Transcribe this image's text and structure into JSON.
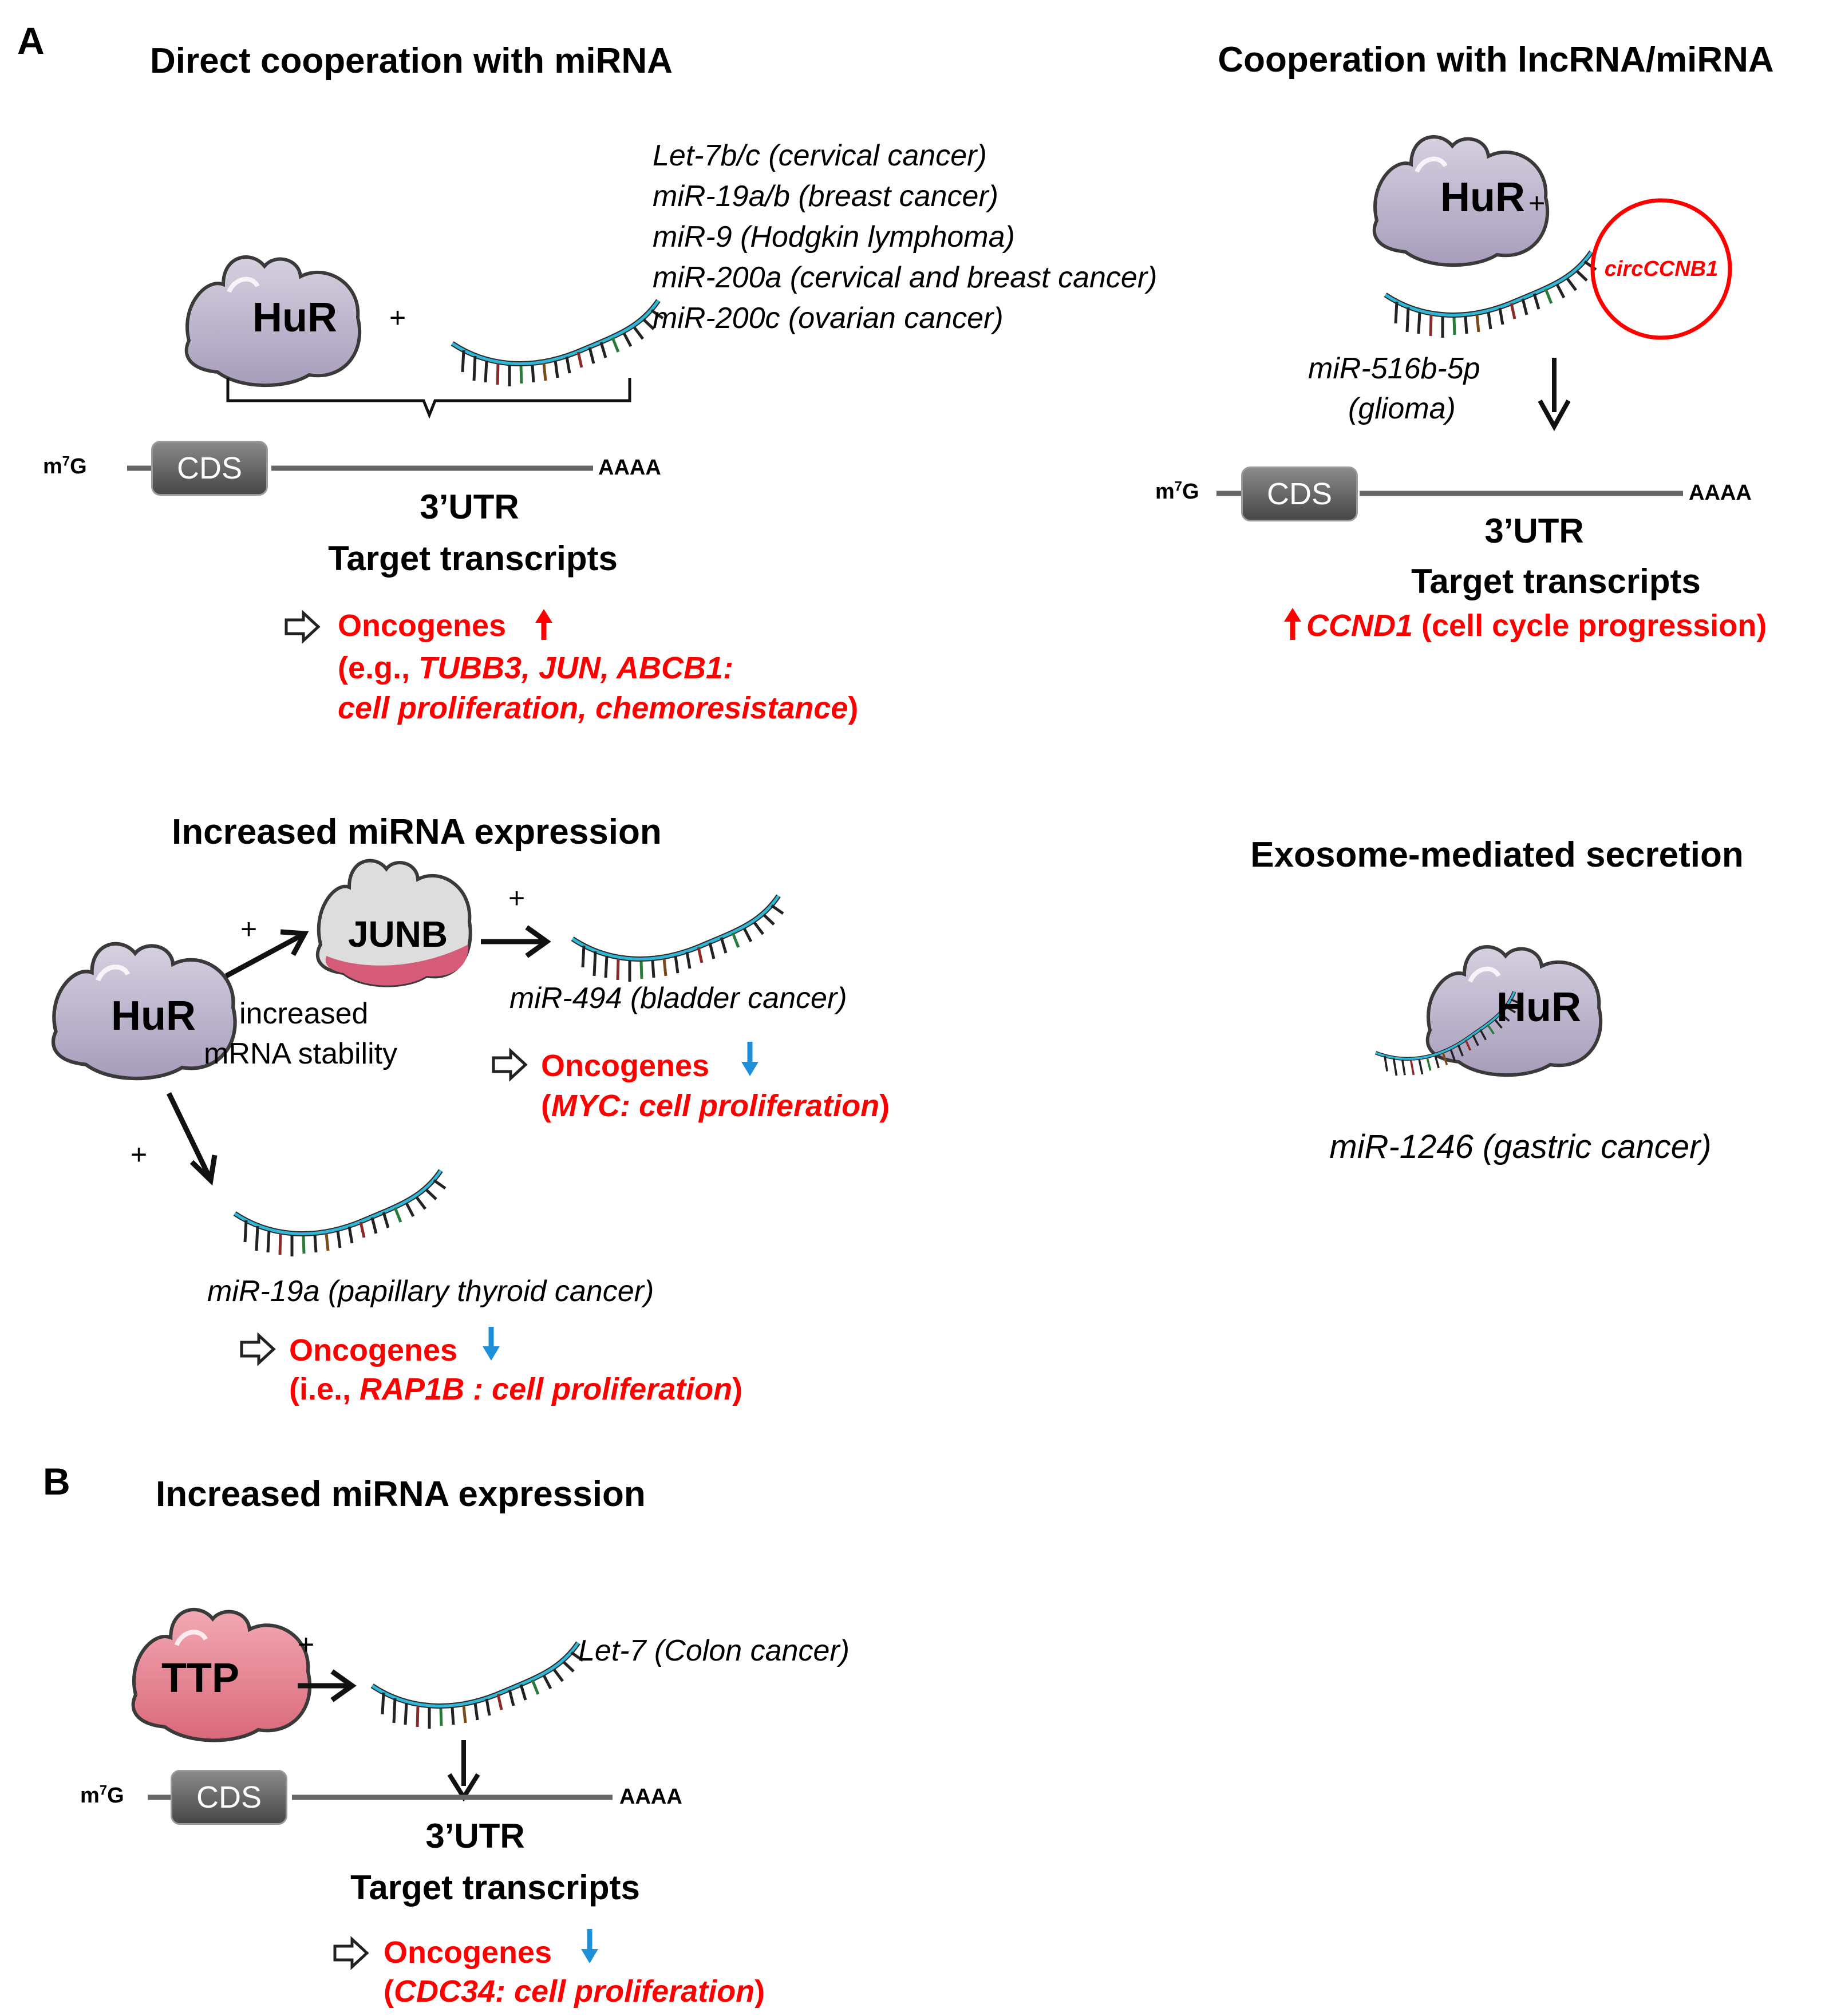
{
  "panel_a": {
    "letter": "A",
    "direct": {
      "title": "Direct cooperation with miRNA",
      "protein": "HuR",
      "plus": "+",
      "mirnas": [
        "Let-7b/c (cervical cancer)",
        "miR-19a/b (breast cancer)",
        "miR-9 (Hodgkin lymphoma)",
        "miR-200a (cervical and breast cancer)",
        "miR-200c (ovarian cancer)"
      ],
      "cap": "m",
      "cap_sup": "7",
      "cap_g": "G",
      "cds": "CDS",
      "polya": "AAAA",
      "utr": "3’UTR",
      "target": "Target transcripts",
      "result_label": "Oncogenes",
      "result_detail_1": "(e.g., ",
      "result_genes": "TUBB3, JUN, ABCB1:",
      "result_detail_2": "cell proliferation, chemoresistance",
      "result_close": ")",
      "arrow_color": "#ff0000"
    },
    "lncrna": {
      "title": "Cooperation with lncRNA/miRNA",
      "protein": "HuR",
      "plus": "+",
      "circ": "circCCNB1",
      "mirna_1": "miR-516b-5p",
      "mirna_2": "(glioma)",
      "cap": "m",
      "cap_sup": "7",
      "cap_g": "G",
      "cds": "CDS",
      "polya": "AAAA",
      "utr": "3’UTR",
      "target": "Target transcripts",
      "result_gene": "CCND1",
      "result_text": " (cell cycle progression)"
    },
    "increased": {
      "title": "Increased miRNA expression",
      "protein": "HuR",
      "junb": "JUNB",
      "plus_1": "+",
      "plus_2": "+",
      "plus_3": "+",
      "stability_1": "increased",
      "stability_2": "mRNA  stability",
      "mir494": "miR-494 (bladder cancer)",
      "onc_1": "Oncogenes",
      "onc_1_open": "(",
      "onc_1_detail": "MYC: cell proliferation",
      "onc_1_close": ")",
      "mir19a": "miR-19a (papillary thyroid cancer)",
      "onc_2": "Oncogenes",
      "onc_2_open": "(i.e., ",
      "onc_2_detail": "RAP1B : cell proliferation",
      "onc_2_close": ")",
      "down_color": "#1e90d8"
    },
    "exosome": {
      "title": "Exosome-mediated secretion",
      "protein": "HuR",
      "mirna": "miR-1246 (gastric cancer)"
    }
  },
  "panel_b": {
    "letter": "B",
    "title": "Increased miRNA expression",
    "protein": "TTP",
    "plus": "+",
    "mirna": "Let-7 (Colon cancer)",
    "cap": "m",
    "cap_sup": "7",
    "cap_g": "G",
    "cds": "CDS",
    "polya": "AAAA",
    "utr": "3’UTR",
    "target": "Target transcripts",
    "onc": "Oncogenes",
    "onc_open": "(",
    "onc_detail": "CDC34: cell proliferation",
    "onc_close": ")"
  },
  "colors": {
    "hur": "#b8b0c8",
    "ttp": "#e8808c",
    "junb": "#dcdcdc",
    "red": "#ff0000",
    "blue": "#1e90d8"
  }
}
